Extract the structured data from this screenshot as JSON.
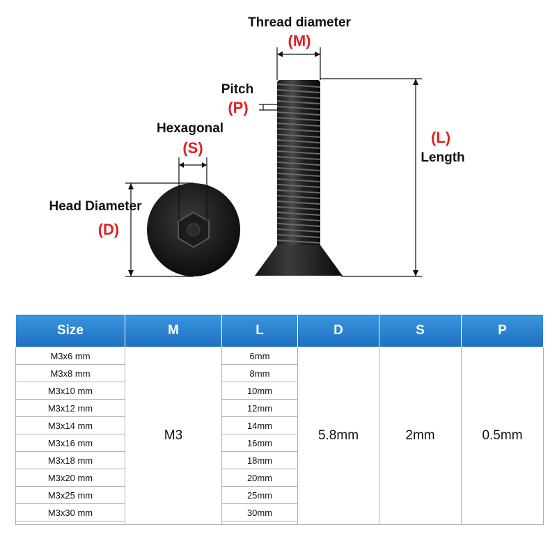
{
  "labels": {
    "thread_diameter": "Thread diameter",
    "thread_symbol": "(M)",
    "pitch": "Pitch",
    "pitch_symbol": "(P)",
    "hexagonal": "Hexagonal",
    "hex_symbol": "(S)",
    "head_diameter": "Head Diameter",
    "head_symbol": "(D)",
    "length_symbol": "(L)",
    "length": "Length"
  },
  "colors": {
    "header_blue": "#2a7fd0",
    "symbol_red": "#e02020"
  },
  "table": {
    "headers": [
      "Size",
      "M",
      "L",
      "D",
      "S",
      "P"
    ],
    "sizes": [
      "M3x6 mm",
      "M3x8 mm",
      "M3x10 mm",
      "M3x12 mm",
      "M3x14 mm",
      "M3x16 mm",
      "M3x18 mm",
      "M3x20 mm",
      "M3x25 mm",
      "M3x30 mm"
    ],
    "lengths": [
      "6mm",
      "8mm",
      "10mm",
      "12mm",
      "14mm",
      "16mm",
      "18mm",
      "20mm",
      "25mm",
      "30mm"
    ],
    "m": "M3",
    "d": "5.8mm",
    "s": "2mm",
    "p": "0.5mm"
  }
}
